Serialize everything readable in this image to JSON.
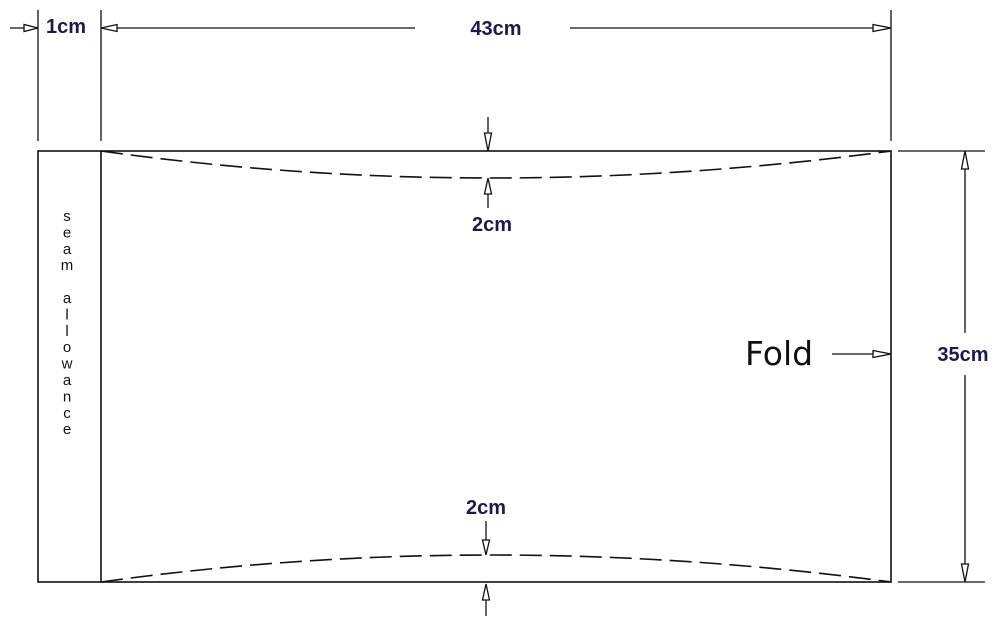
{
  "labels": {
    "seam_width": "1cm",
    "total_width": "43cm",
    "top_curve_depth": "2cm",
    "bottom_curve_depth": "2cm",
    "height": "35cm",
    "fold": "Fold",
    "seam_allowance": "seam allowance"
  },
  "colors": {
    "dimension_text": "#1a1a4e",
    "lines": "#111111",
    "background": "#ffffff"
  }
}
